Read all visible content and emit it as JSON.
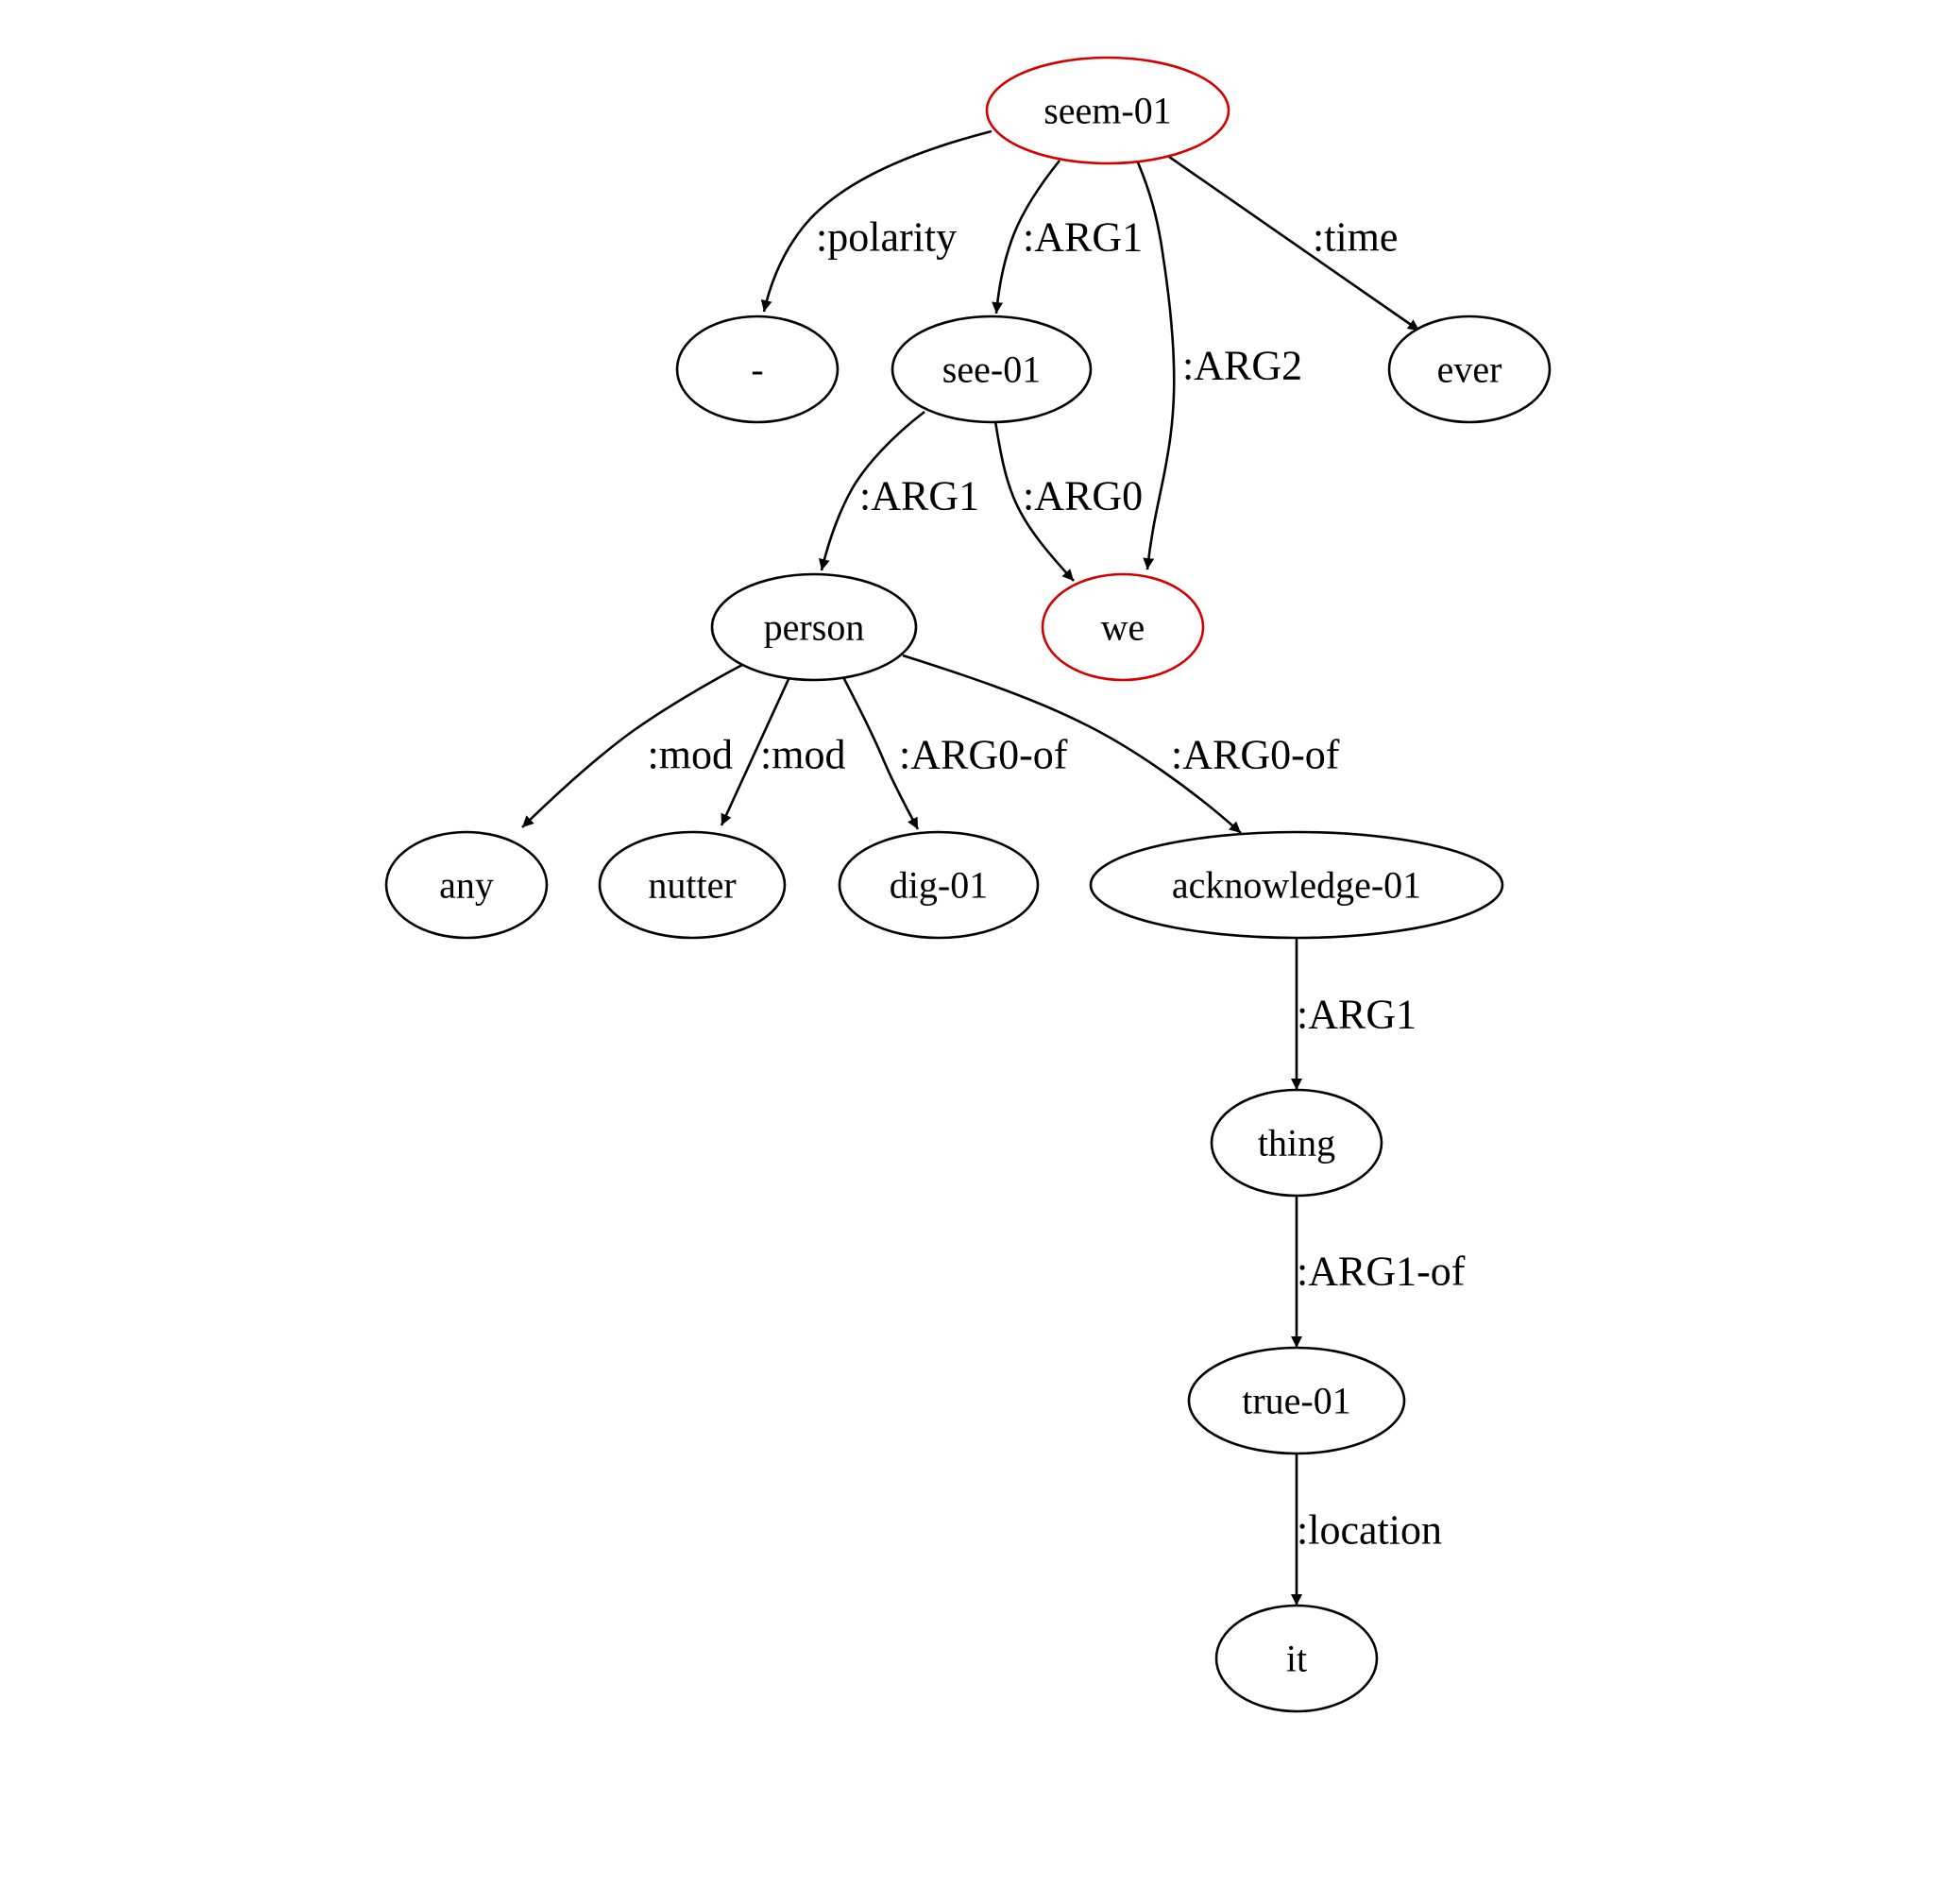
{
  "graph": {
    "nodes": [
      {
        "id": "seem",
        "label": "seem-01",
        "highlight": true
      },
      {
        "id": "neg",
        "label": "-",
        "highlight": false
      },
      {
        "id": "see",
        "label": "see-01",
        "highlight": false
      },
      {
        "id": "ever",
        "label": "ever",
        "highlight": false
      },
      {
        "id": "person",
        "label": "person",
        "highlight": false
      },
      {
        "id": "we",
        "label": "we",
        "highlight": true
      },
      {
        "id": "any",
        "label": "any",
        "highlight": false
      },
      {
        "id": "nutter",
        "label": "nutter",
        "highlight": false
      },
      {
        "id": "dig",
        "label": "dig-01",
        "highlight": false
      },
      {
        "id": "ack",
        "label": "acknowledge-01",
        "highlight": false
      },
      {
        "id": "thing",
        "label": "thing",
        "highlight": false
      },
      {
        "id": "true",
        "label": "true-01",
        "highlight": false
      },
      {
        "id": "it",
        "label": "it",
        "highlight": false
      }
    ],
    "edges": [
      {
        "id": "e1",
        "from": "seem",
        "to": "neg",
        "label": ":polarity"
      },
      {
        "id": "e2",
        "from": "seem",
        "to": "see",
        "label": ":ARG1"
      },
      {
        "id": "e3",
        "from": "seem",
        "to": "we",
        "label": ":ARG2"
      },
      {
        "id": "e4",
        "from": "seem",
        "to": "ever",
        "label": ":time"
      },
      {
        "id": "e5",
        "from": "see",
        "to": "person",
        "label": ":ARG1"
      },
      {
        "id": "e6",
        "from": "see",
        "to": "we",
        "label": ":ARG0"
      },
      {
        "id": "e7",
        "from": "person",
        "to": "any",
        "label": ":mod"
      },
      {
        "id": "e8",
        "from": "person",
        "to": "nutter",
        "label": ":mod"
      },
      {
        "id": "e9",
        "from": "person",
        "to": "dig",
        "label": ":ARG0-of"
      },
      {
        "id": "e10",
        "from": "person",
        "to": "ack",
        "label": ":ARG0-of"
      },
      {
        "id": "e11",
        "from": "ack",
        "to": "thing",
        "label": ":ARG1"
      },
      {
        "id": "e12",
        "from": "thing",
        "to": "true",
        "label": ":ARG1-of"
      },
      {
        "id": "e13",
        "from": "true",
        "to": "it",
        "label": ":location"
      }
    ]
  }
}
